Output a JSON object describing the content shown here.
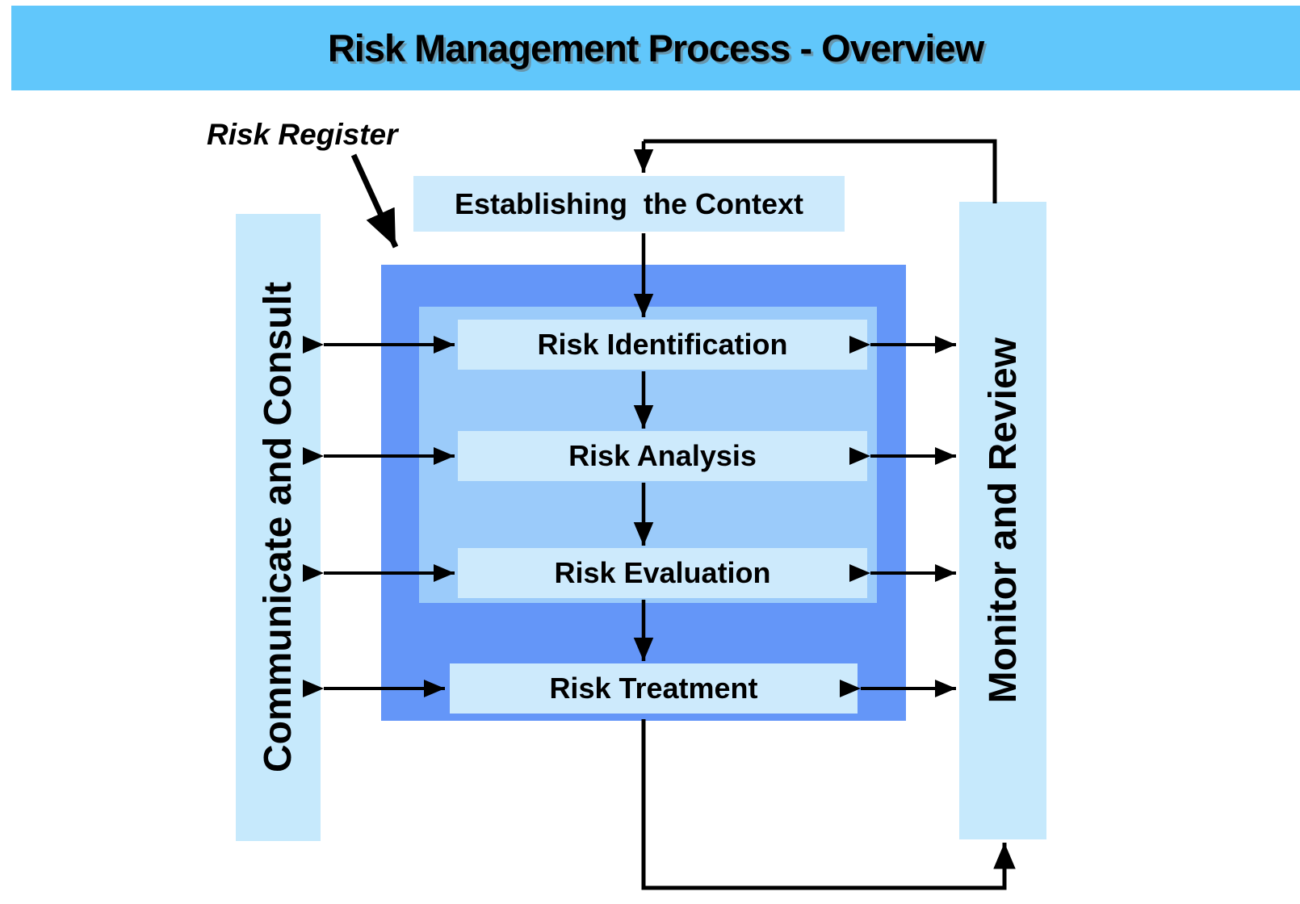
{
  "title": {
    "text": "Risk Management Process - Overview"
  },
  "annotations": {
    "risk_register": "Risk Register"
  },
  "process": {
    "context": "Establishing  the Context",
    "steps": [
      "Risk Identification",
      "Risk Analysis",
      "Risk Evaluation"
    ],
    "treatment": "Risk Treatment"
  },
  "sidebars": {
    "left": "Communicate and Consult",
    "right": "Monitor and Review"
  },
  "colors": {
    "banner": "#61C7FB",
    "outer_box": "#6496F8",
    "inner_box": "#9BCBFA",
    "node_fill": "#CDEAFC",
    "sidebar_fill": "#C6E9FC",
    "arrow": "#000000"
  }
}
